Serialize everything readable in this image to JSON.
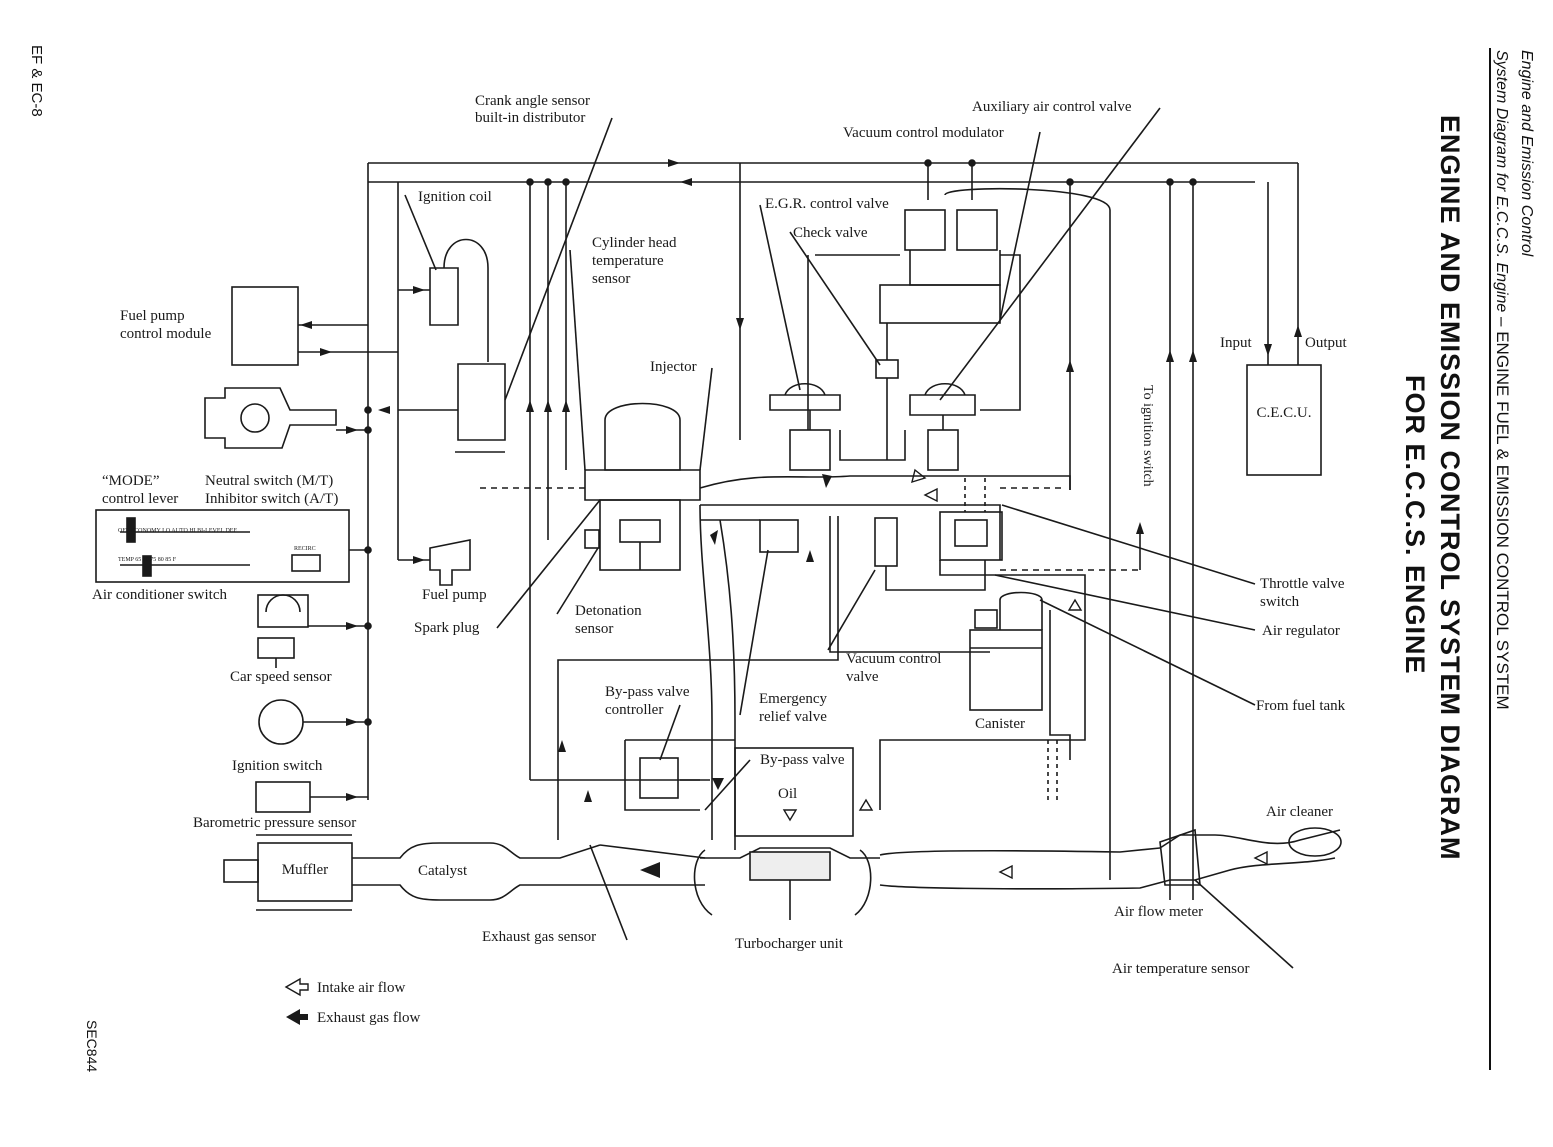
{
  "page": {
    "ref": "EF & EC-8",
    "figure_code": "SEC844"
  },
  "side_header": {
    "line1": "Engine and Emission Control",
    "line2_italic": "System Diagram for E.C.C.S. Engine",
    "line2_dash": " – ",
    "line2_rest": "ENGINE FUEL & EMISSION CONTROL SYSTEM"
  },
  "title": {
    "line1": "ENGINE AND EMISSION CONTROL SYSTEM DIAGRAM",
    "line2": "FOR E.C.C.S. ENGINE"
  },
  "labels": {
    "crank_angle_1": "Crank angle sensor",
    "crank_angle_2": "built-in distributor",
    "aux_air": "Auxiliary air control valve",
    "vac_modulator": "Vacuum control modulator",
    "ignition_coil": "Ignition coil",
    "egr_valve": "E.G.R. control valve",
    "check_valve": "Check valve",
    "cyl_head_1": "Cylinder head",
    "cyl_head_2": "temperature",
    "cyl_head_3": "sensor",
    "fuel_pump_module_1": "Fuel pump",
    "fuel_pump_module_2": "control module",
    "injector": "Injector",
    "input": "Input",
    "output": "Output",
    "cecu": "C.E.C.U.",
    "to_ignition": "To ignition switch",
    "mode_1": "“MODE”",
    "mode_2": "control lever",
    "neutral": "Neutral switch (M/T)",
    "inhibitor": "Inhibitor switch (A/T)",
    "ac_switch": "Air conditioner switch",
    "fuel_pump": "Fuel pump",
    "spark_plug": "Spark plug",
    "detonation_1": "Detonation",
    "detonation_2": "sensor",
    "throttle_1": "Throttle valve",
    "throttle_2": "switch",
    "air_regulator": "Air regulator",
    "vac_valve_1": "Vacuum control",
    "vac_valve_2": "valve",
    "car_speed": "Car speed sensor",
    "from_fuel_tank": "From fuel tank",
    "bypass_ctrl_1": "By-pass valve",
    "bypass_ctrl_2": "controller",
    "emergency_1": "Emergency",
    "emergency_2": "relief valve",
    "canister": "Canister",
    "ignition_switch": "Ignition switch",
    "bypass_valve": "By-pass valve",
    "oil": "Oil",
    "air_cleaner": "Air cleaner",
    "barometric": "Barometric pressure sensor",
    "muffler": "Muffler",
    "catalyst": "Catalyst",
    "air_flow_meter": "Air flow meter",
    "exhaust_gas_sensor": "Exhaust gas sensor",
    "turbo": "Turbocharger unit",
    "air_temp": "Air temperature sensor",
    "legend_intake": "Intake air flow",
    "legend_exhaust": "Exhaust gas flow"
  },
  "lever_panel": {
    "row1": "OFF  ECONOMY  LO   AUTO   HI  BI-LEVEL  DEF",
    "row2": "TEMP  65    70    75    80    85    F",
    "recirc": "RECIRC"
  }
}
